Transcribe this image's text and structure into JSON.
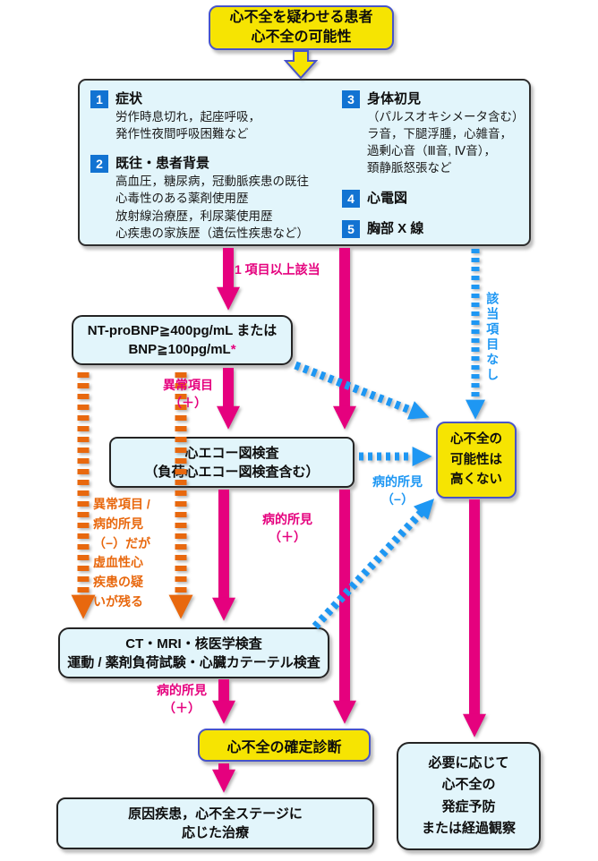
{
  "flow": {
    "start": {
      "text": "心不全を疑わせる患者\n心不全の可能性"
    },
    "assessment": {
      "items": [
        {
          "num": "1",
          "heading": "症状",
          "body": "労作時息切れ，起座呼吸，\n発作性夜間呼吸困難など"
        },
        {
          "num": "2",
          "heading": "既往・患者背景",
          "body": "高血圧，糖尿病，冠動脈疾患の既往\n心毒性のある薬剤使用歴\n放射線治療歴，利尿薬使用歴\n心疾患の家族歴（遺伝性疾患など）"
        },
        {
          "num": "3",
          "heading": "身体初見",
          "body": "（パルスオキシメータ含む）\nラ音，下腿浮腫，心雑音，\n過剰心音（Ⅲ音, Ⅳ音），\n頚静脈怒張など"
        },
        {
          "num": "4",
          "heading": "心電図",
          "body": ""
        },
        {
          "num": "5",
          "heading": "胸部 X 線",
          "body": ""
        }
      ]
    },
    "bnp": {
      "line1": "NT-proBNP≧400pg/mL または",
      "line2": "BNP≧100pg/mL",
      "asterisk": "*"
    },
    "echo": {
      "text": "心エコー図検査\n（負荷心エコー図検査含む）"
    },
    "not_likely": {
      "text": "心不全の\n可能性は\n高くない"
    },
    "ct": {
      "text": "CT・MRI・核医学検査\n運動 / 薬剤負荷試験・心臓カテーテル検査"
    },
    "confirm": {
      "text": "心不全の確定診断"
    },
    "treatment": {
      "text": "原因疾患，心不全ステージに\n応じた治療"
    },
    "prevention": {
      "text": "必要に応じて\n心不全の\n発症予防\nまたは経過観察"
    },
    "labels": {
      "match": "1 項目以上該当",
      "no_match": "該当項目なし",
      "abnormal_plus": "異常項目\n（＋）",
      "patho_minus": "病的所見\n（−）",
      "orange_note": "異常項目 /\n病的所見\n（−）だが\n虚血性心\n疾患の疑\nいが残る",
      "patho_plus_echo": "病的所見\n（＋）",
      "patho_plus_ct": "病的所見\n（＋）"
    },
    "palette": {
      "pink_arrow": "#e5017e",
      "blue_arrow": "#1e97f3",
      "orange_arrow": "#e8680e",
      "yellow_box": "#f6e402",
      "cyan_box": "#e2f5fb",
      "number_badge": "#1273d2",
      "yellow_box_border": "#4754c9"
    }
  }
}
